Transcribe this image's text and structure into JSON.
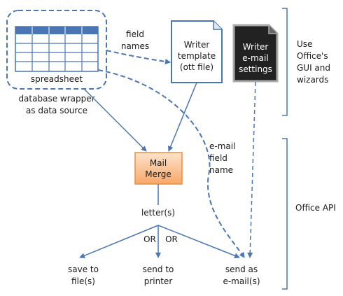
{
  "colors": {
    "line": "#4a76b4",
    "text": "#1a1a1a",
    "mm_fill_top": "#fde3cc",
    "mm_fill_bottom": "#f8a868",
    "mm_stroke": "#e88f42",
    "settings_fill": "#222222",
    "settings_border": "#aaaaaa",
    "bracket": "#4a76b4"
  },
  "icons": {
    "spreadsheet": "spreadsheet-grid-icon",
    "template": "document-page-icon",
    "settings": "document-page-icon"
  },
  "spreadsheet": {
    "label": "spreadsheet",
    "caption": [
      "database wrapper",
      "as data source"
    ]
  },
  "field_names": [
    "field",
    "names"
  ],
  "template": {
    "lines": [
      "Writer",
      "template",
      "(ott file)"
    ]
  },
  "settings": {
    "lines": [
      "Writer",
      "e-mail",
      "settings"
    ]
  },
  "mail_merge": {
    "lines": [
      "Mail",
      "Merge"
    ]
  },
  "email_field_name": [
    "e-mail",
    "field",
    "name"
  ],
  "letters": "letter(s)",
  "or_labels": [
    "OR",
    "OR"
  ],
  "outputs": {
    "file": [
      "save to",
      "file(s)"
    ],
    "printer": [
      "send to",
      "printer"
    ],
    "email": [
      "send as",
      "e-mail(s)"
    ]
  },
  "brackets": {
    "gui": [
      "Use",
      "Office's",
      "GUI and",
      "wizards"
    ],
    "api": "Office API"
  }
}
